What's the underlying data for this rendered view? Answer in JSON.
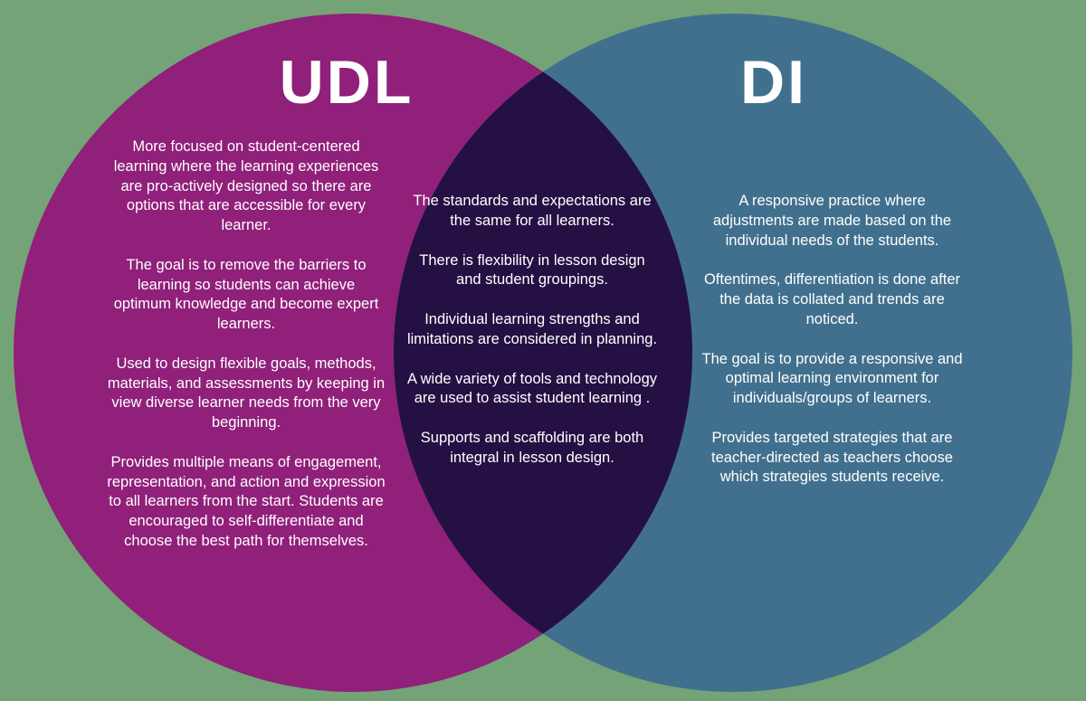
{
  "background_color": "#73a377",
  "text_color": "#ffffff",
  "udl": {
    "title": "UDL",
    "color": "#90207a",
    "items": [
      "More focused on student-centered learning where the learning experiences are pro-actively designed so there are options that are accessible for every learner.",
      "The goal is to remove the barriers to learning so students can achieve optimum knowledge and become expert learners.",
      "Used to design flexible goals, methods, materials, and assessments by keeping in view diverse learner needs from the very beginning.",
      "Provides multiple means of engagement, representation, and action and expression to all learners from the start. Students are encouraged to self-differentiate and choose the best path for themselves."
    ]
  },
  "both": {
    "color": "#241043",
    "items": [
      "The standards and expectations are the same for all learners.",
      "There is flexibility in lesson design and student groupings.",
      "Individual learning strengths and limitations are considered in planning.",
      "A wide variety of tools and technology are used to assist student learning .",
      "Supports and scaffolding are both integral in lesson design."
    ]
  },
  "di": {
    "title": "DI",
    "color": "#41708e",
    "items": [
      "A responsive practice where adjustments are made based on the individual needs of the students.",
      "Oftentimes, differentiation is done after the data is collated and trends are noticed.",
      "The goal  is to provide a responsive and optimal learning environment for individuals/groups of learners.",
      "Provides targeted strategies that are teacher-directed as teachers choose which strategies students receive."
    ]
  }
}
